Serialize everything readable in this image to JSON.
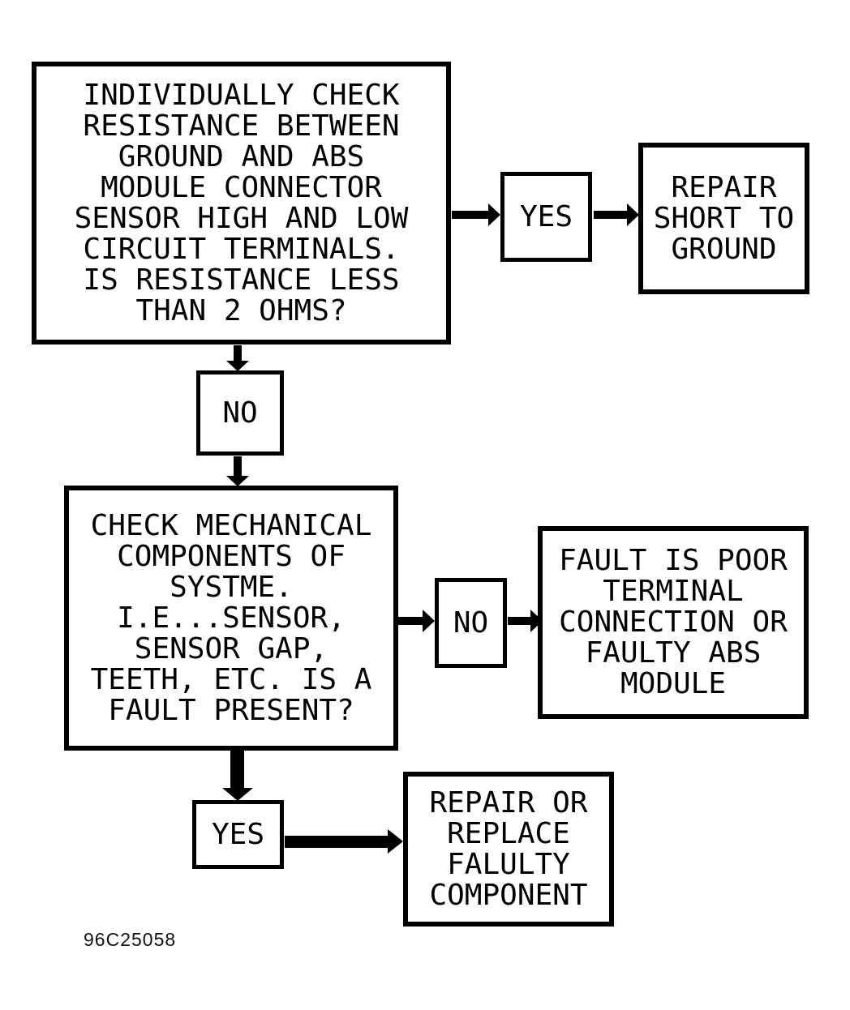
{
  "figure": {
    "id_label": "96C25058",
    "colors": {
      "ink": "#000000",
      "paper": "#ffffff"
    },
    "nodes": {
      "step1": "INDIVIDUALLY CHECK\nRESISTANCE BETWEEN\nGROUND AND ABS\nMODULE CONNECTOR\nSENSOR HIGH AND LOW\nCIRCUIT TERMINALS.\nIS RESISTANCE LESS\nTHAN 2 OHMS?",
      "yes1": "YES",
      "repair_short": "REPAIR\nSHORT TO\nGROUND",
      "no1": "NO",
      "step2": "CHECK MECHANICAL\nCOMPONENTS OF\nSYSTME.\nI.E...SENSOR,\nSENSOR GAP,\nTEETH, ETC. IS A\nFAULT PRESENT?",
      "no2": "NO",
      "fault": "FAULT IS POOR\nTERMINAL\nCONNECTION OR\nFAULTY ABS\nMODULE",
      "yes2": "YES",
      "repair_replace": "REPAIR OR\nREPLACE\nFALULTY\nCOMPONENT"
    }
  }
}
